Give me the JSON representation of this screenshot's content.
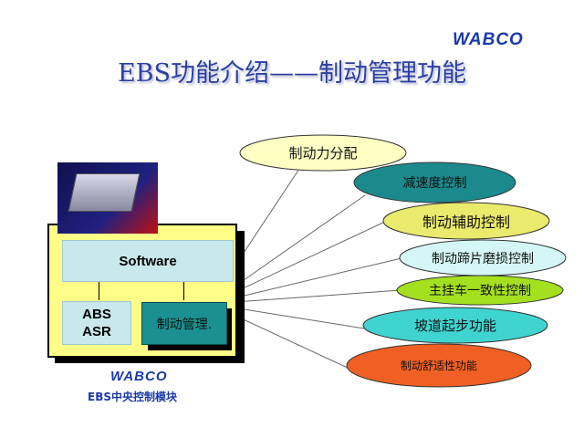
{
  "title": "EBS功能介绍——制动管理功能",
  "logo_text": "WABCO",
  "module": {
    "software_label": "Software",
    "abs_label": "ABS",
    "asr_label": "ASR",
    "brake_mgmt_label": "制动管理.",
    "caption": "EBS中央控制模块"
  },
  "functions": [
    {
      "label": "制动力分配",
      "color": "#ffffc4"
    },
    {
      "label": "减速度控制",
      "color": "#1c8a8c"
    },
    {
      "label": "制动辅助控制",
      "color": "#eaea6c"
    },
    {
      "label": "制动蹄片磨损控制",
      "color": "#d4f6f6"
    },
    {
      "label": "主挂车一致性控制",
      "color": "#a4e020"
    },
    {
      "label": "坡道起步功能",
      "color": "#40d4d0"
    },
    {
      "label": "制动舒适性功能",
      "color": "#f06024"
    }
  ]
}
